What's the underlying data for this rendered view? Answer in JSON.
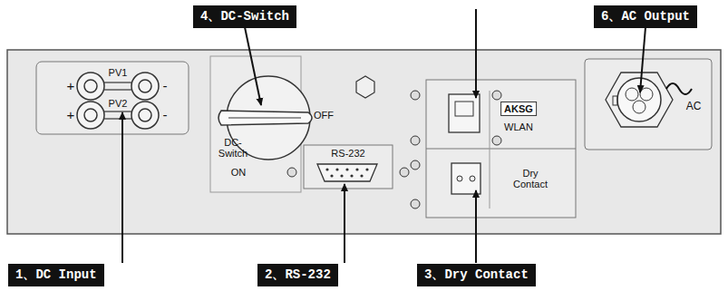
{
  "diagram": {
    "nodes": [
      {
        "text": [
          "4、DC-Switch"
        ]
      },
      {
        "text": [
          "6、AC Output"
        ]
      },
      {
        "text": [
          "1、DC Input"
        ]
      },
      {
        "text": [
          "2、RS-232"
        ]
      },
      {
        "text": [
          "3、Dry Contact"
        ]
      }
    ],
    "labels": [
      "PV1",
      "+",
      "-",
      "PV2",
      "+",
      "-",
      "OFF",
      "DC- Switch",
      "ON",
      "RS-232",
      "AKSG",
      "WLAN",
      "Dry Contact",
      "AC"
    ]
  }
}
